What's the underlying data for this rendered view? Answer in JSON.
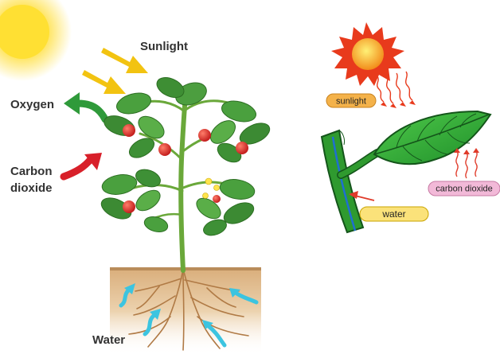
{
  "left_diagram": {
    "labels": {
      "sunlight": "Sunlight",
      "oxygen": "Oxygen",
      "carbon_line1": "Carbon",
      "carbon_line2": "dioxide",
      "water": "Water"
    },
    "colors": {
      "sun": "#ffe14a",
      "sunlight_arrow": "#f2c311",
      "oxygen_arrow": "#2f9a3a",
      "carbon_arrow": "#d8202a",
      "water_arrow": "#3cc4e0",
      "soil": "#e7c79e",
      "leaf": "#3f9a3c",
      "tomato": "#d8261e"
    }
  },
  "right_diagram": {
    "labels": {
      "sunlight": "sunlight",
      "carbon_dioxide": "carbon dioxide",
      "water": "water"
    },
    "colors": {
      "sun": "#f5a623",
      "sun_rays": "#e83a1c",
      "leaf": "#2fae3a",
      "stem": "#2f8f2f",
      "vein": "#1f6fd1",
      "pill_sunlight": "#f4b24a",
      "pill_co2": "#f2b9d8",
      "pill_water": "#fbe27a",
      "arrow": "#e03b2a"
    }
  }
}
